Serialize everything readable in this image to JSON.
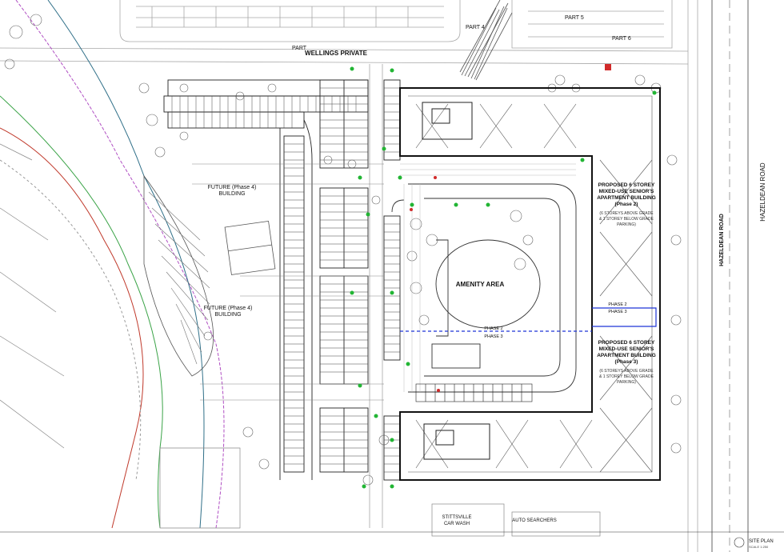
{
  "labels": {
    "wellings_private": "WELLINGS PRIVATE",
    "future_phase4_top_l1": "FUTURE (Phase 4)",
    "future_phase4_top_l2": "BUILDING",
    "future_phase4_bot_l1": "FUTURE (Phase 4)",
    "future_phase4_bot_l2": "BUILDING",
    "amenity_area": "AMENITY AREA",
    "phase2_bldg_l1": "PROPOSED 6 STOREY",
    "phase2_bldg_l2": "MIXED-USE SENIOR'S",
    "phase2_bldg_l3": "APARTMENT BUILDING",
    "phase2_bldg_l4": "(Phase 2)",
    "phase2_note_l1": "(6 STOREYS ABOVE GRADE",
    "phase2_note_l2": "& 1 STOREY BELOW GRADE",
    "phase2_note_l3": "PARKING)",
    "phase3_bldg_l1": "PROPOSED 6 STOREY",
    "phase3_bldg_l2": "MIXED-USE SENIOR'S",
    "phase3_bldg_l3": "APARTMENT BUILDING",
    "phase3_bldg_l4": "(Phase 3)",
    "phase3_note_l1": "(6 STOREYS ABOVE GRADE",
    "phase3_note_l2": "& 1 STOREY BELOW GRADE",
    "phase3_note_l3": "PARKING)",
    "phase2_tag_right": "PHASE 2",
    "phase3_tag_right": "PHASE 3",
    "phase2_tag_mid": "PHASE 2",
    "phase3_tag_mid": "PHASE 3",
    "hazeldean_road": "HAZELDEAN ROAD",
    "hazeldean_road_alt": "HAZELDEAN ROAD",
    "part4": "PART 4",
    "part5": "PART 5",
    "part6": "PART 6",
    "part_left": "PART",
    "stittsville_l1": "STITTSVILLE",
    "stittsville_l2": "CAR WASH",
    "auto_searchers": "AUTO SEARCHERS",
    "sheet_title": "SITE PLAN",
    "sheet_scale": "SCALE 1:250"
  },
  "colors": {
    "linework": "#222222",
    "light_linework": "#9a9a9a",
    "phase_line": "#1f35d6",
    "creek_purple": "#b04fc3",
    "creek_red": "#c0392b",
    "creek_green": "#3aa347",
    "creek_teal": "#2f6f88",
    "tree_marker": "#22b534"
  }
}
